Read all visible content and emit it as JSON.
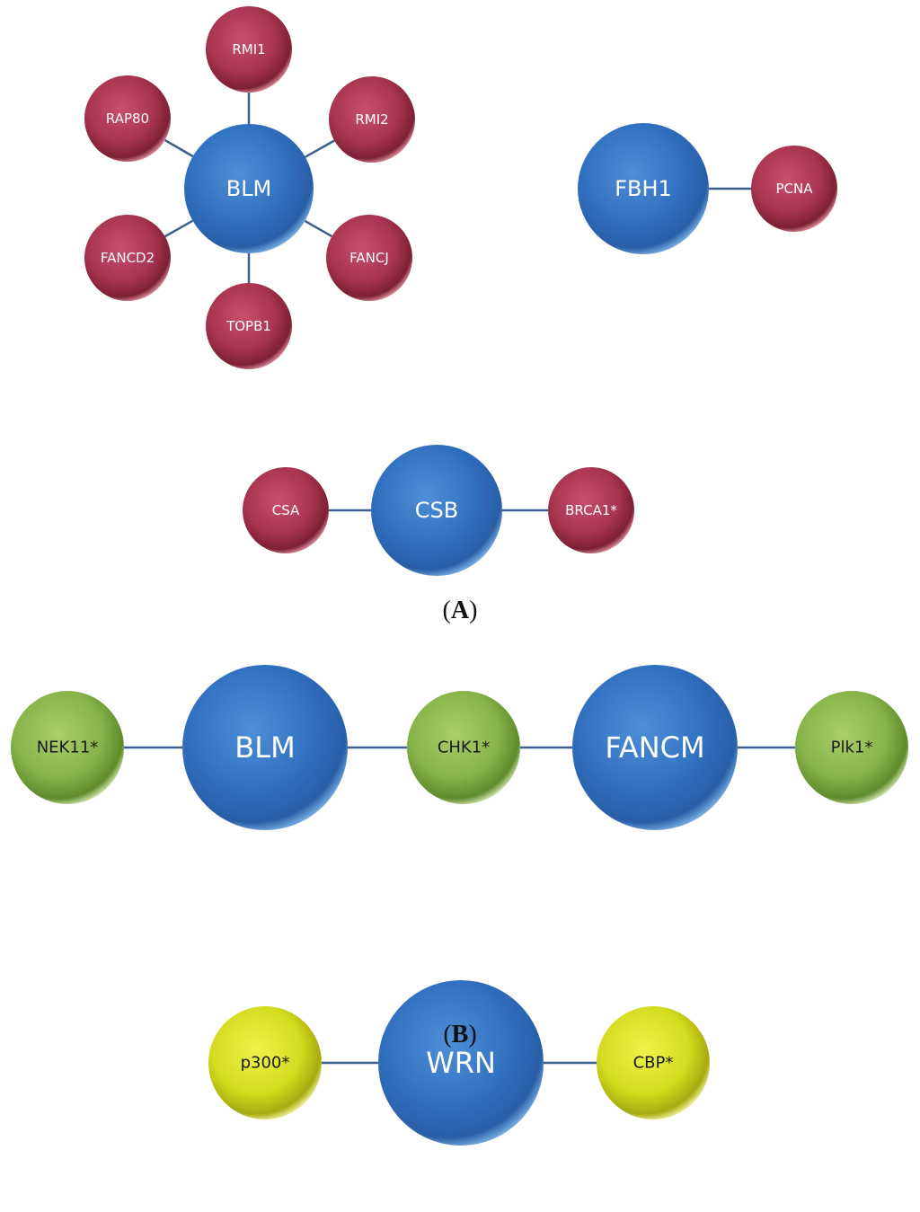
{
  "panels": [
    {
      "id": "A",
      "label": "(A)",
      "bold_letter": "A"
    },
    {
      "id": "B",
      "label": "(B)",
      "bold_letter": "B"
    }
  ],
  "colors": {
    "blue": "#2f6fbf",
    "red": "#b83a55",
    "green": "#86b34a",
    "yellow": "#d4dc1e",
    "edge": "#3d5f8c"
  },
  "nodes": [
    {
      "id": "blm-a",
      "label": "BLM",
      "color": "blue"
    },
    {
      "id": "rmi1",
      "label": "RMI1",
      "color": "red"
    },
    {
      "id": "rmi2",
      "label": "RMI2",
      "color": "red"
    },
    {
      "id": "fancj",
      "label": "FANCJ",
      "color": "red"
    },
    {
      "id": "topb1",
      "label": "TOPB1",
      "color": "red"
    },
    {
      "id": "fancd2",
      "label": "FANCD2",
      "color": "red"
    },
    {
      "id": "rap80",
      "label": "RAP80",
      "color": "red"
    },
    {
      "id": "fbh1",
      "label": "FBH1",
      "color": "blue"
    },
    {
      "id": "pcna",
      "label": "PCNA",
      "color": "red"
    },
    {
      "id": "csb",
      "label": "CSB",
      "color": "blue"
    },
    {
      "id": "csa",
      "label": "CSA",
      "color": "red"
    },
    {
      "id": "brca1",
      "label": "BRCA1*",
      "color": "red"
    },
    {
      "id": "nek11",
      "label": "NEK11*",
      "color": "green"
    },
    {
      "id": "blm-b",
      "label": "BLM",
      "color": "blue"
    },
    {
      "id": "chk1",
      "label": "CHK1*",
      "color": "green"
    },
    {
      "id": "fancm",
      "label": "FANCM",
      "color": "blue"
    },
    {
      "id": "plk1",
      "label": "Plk1*",
      "color": "green"
    },
    {
      "id": "p300",
      "label": "p300*",
      "color": "yellow"
    },
    {
      "id": "wrn",
      "label": "WRN",
      "color": "blue"
    },
    {
      "id": "cbp",
      "label": "CBP*",
      "color": "yellow"
    }
  ],
  "edges": [
    [
      "blm-a",
      "rmi1"
    ],
    [
      "blm-a",
      "rmi2"
    ],
    [
      "blm-a",
      "fancj"
    ],
    [
      "blm-a",
      "topb1"
    ],
    [
      "blm-a",
      "fancd2"
    ],
    [
      "blm-a",
      "rap80"
    ],
    [
      "fbh1",
      "pcna"
    ],
    [
      "csa",
      "csb"
    ],
    [
      "csb",
      "brca1"
    ],
    [
      "nek11",
      "blm-b"
    ],
    [
      "blm-b",
      "chk1"
    ],
    [
      "chk1",
      "fancm"
    ],
    [
      "fancm",
      "plk1"
    ],
    [
      "p300",
      "wrn"
    ],
    [
      "wrn",
      "cbp"
    ]
  ]
}
